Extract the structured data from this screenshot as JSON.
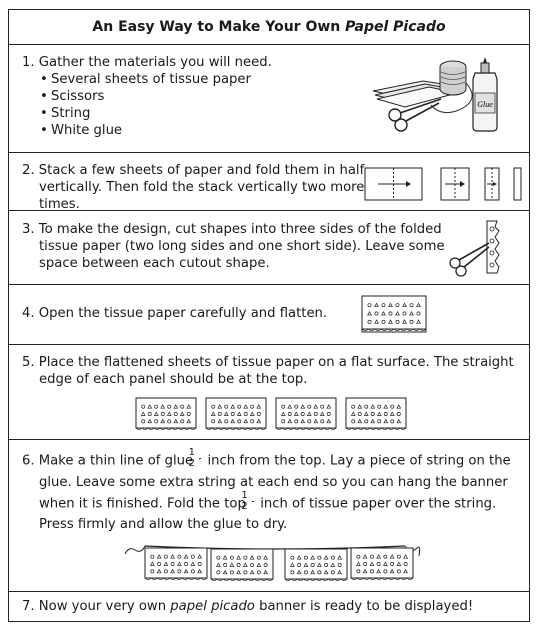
{
  "title": {
    "plain": "An Easy Way to Make Your Own ",
    "italic": "Papel Picado"
  },
  "step1": {
    "text": "1. Gather the materials you will need.",
    "materials": [
      "Several sheets of tissue paper",
      "Scissors",
      "String",
      "White glue"
    ],
    "glue_label": "Glue"
  },
  "step2": {
    "text": "2. Stack a few sheets of paper and fold them in half vertically. Then fold the stack vertically two more times."
  },
  "step3": {
    "text": "3. To make the design, cut shapes into three sides of the folded tissue paper (two long sides and one short side). Leave some space between each cutout shape."
  },
  "step4": {
    "text": "4. Open the tissue paper carefully and flatten."
  },
  "step5": {
    "text": "5. Place the flattened sheets of tissue paper on a flat surface. The straight edge of each panel should be at the top."
  },
  "step6": {
    "part1": "6. Make a thin line of glue ",
    "frac_num": "1",
    "frac_den": "2",
    "part2": " inch from the top. Lay a piece of string on the glue. Leave some extra string at each end so you can hang the banner when it is finished. Fold the top ",
    "part3": " inch of tissue paper over the string. Press firmly and allow the glue to dry."
  },
  "step7": {
    "part1": "7. Now your very own ",
    "italic": "papel picado",
    "part2": " banner is ready to be displayed!"
  }
}
